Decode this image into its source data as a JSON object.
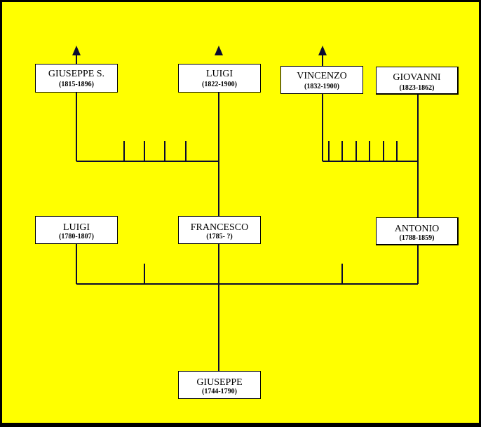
{
  "people": [
    {
      "id": "giuseppe_s",
      "name": "GIUSEPPE S.",
      "dates": "(1815-1896)"
    },
    {
      "id": "luigi_b",
      "name": "LUIGI",
      "dates": "(1822-1900)"
    },
    {
      "id": "vincenzo",
      "name": "VINCENZO",
      "dates": "(1832-1900)"
    },
    {
      "id": "giovanni",
      "name": "GIOVANNI",
      "dates": "(1823-1862)"
    },
    {
      "id": "luigi_a",
      "name": "LUIGI",
      "dates": "(1780-1807)"
    },
    {
      "id": "francesco",
      "name": "FRANCESCO",
      "dates": "(1785- ?)"
    },
    {
      "id": "antonio",
      "name": "ANTONIO",
      "dates": "(1788-1859)"
    },
    {
      "id": "giuseppe",
      "name": "GIUSEPPE",
      "dates": "(1744-1790)"
    }
  ],
  "colors": {
    "background": "#ffff00",
    "line": "#000000",
    "box": "#ffffff"
  }
}
